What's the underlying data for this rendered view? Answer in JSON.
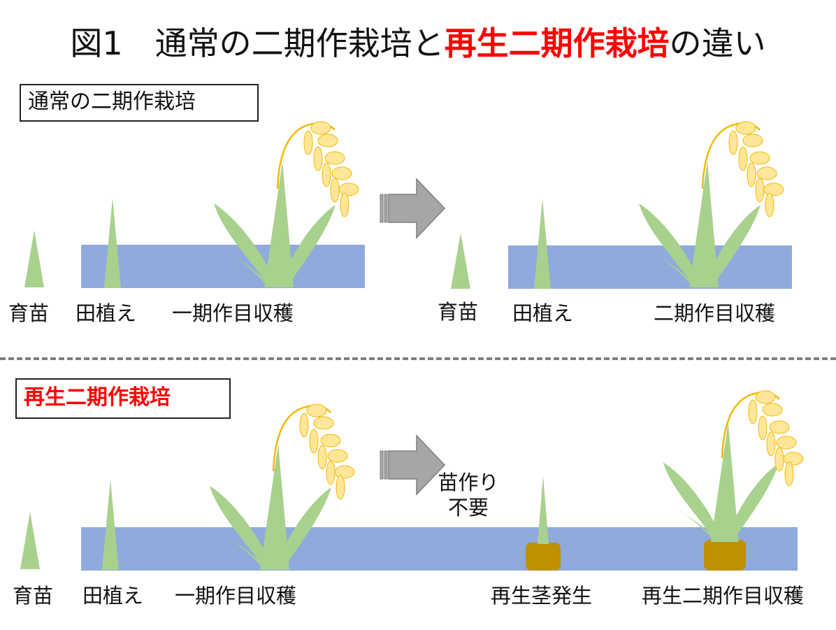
{
  "title": {
    "prefix": "図1　通常の二期作栽培と",
    "highlight": "再生二期作栽培",
    "suffix": "の違い"
  },
  "colors": {
    "title_highlight": "#ff0000",
    "paddy_water": "#8faadc",
    "seedling_green": "#a9d18e",
    "grain_yellow": "#ffe699",
    "stem_gold": "#f4b800",
    "ratoon_soil": "#bf9000",
    "arrow_gray": "#a6a6a6"
  },
  "conventional": {
    "heading": "通常の二期作栽培",
    "stage1": {
      "labels": {
        "nursery": "育苗",
        "transplant": "田植え",
        "harvest": "一期作目収穫"
      }
    },
    "stage2": {
      "labels": {
        "nursery": "育苗",
        "transplant": "田植え",
        "harvest": "二期作目収穫"
      }
    }
  },
  "ratoon": {
    "heading": "再生二期作栽培",
    "stage1": {
      "labels": {
        "nursery": "育苗",
        "transplant": "田植え",
        "harvest": "一期作目収穫"
      }
    },
    "note": {
      "line1": "苗作り",
      "line2": "不要"
    },
    "stage2": {
      "labels": {
        "regrowth": "再生茎発生",
        "harvest": "再生二期作目収穫"
      }
    }
  }
}
